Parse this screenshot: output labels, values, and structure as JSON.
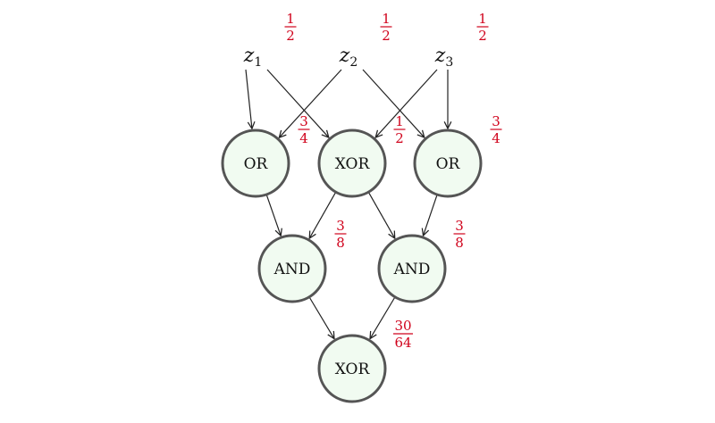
{
  "inputs": [
    {
      "id": "z1",
      "letter": "z",
      "sub": "1",
      "prob": {
        "num": "1",
        "den": "2"
      }
    },
    {
      "id": "z2",
      "letter": "z",
      "sub": "2",
      "prob": {
        "num": "1",
        "den": "2"
      }
    },
    {
      "id": "z3",
      "letter": "z",
      "sub": "3",
      "prob": {
        "num": "1",
        "den": "2"
      }
    }
  ],
  "gates": [
    {
      "id": "g1",
      "label": "OR",
      "prob": {
        "num": "3",
        "den": "4"
      }
    },
    {
      "id": "g2",
      "label": "XOR",
      "prob": {
        "num": "1",
        "den": "2"
      }
    },
    {
      "id": "g3",
      "label": "OR",
      "prob": {
        "num": "3",
        "den": "4"
      }
    },
    {
      "id": "g4",
      "label": "AND",
      "prob": {
        "num": "3",
        "den": "8"
      }
    },
    {
      "id": "g5",
      "label": "AND",
      "prob": {
        "num": "3",
        "den": "8"
      }
    },
    {
      "id": "g6",
      "label": "XOR",
      "prob": {
        "num": "30",
        "den": "64"
      }
    }
  ],
  "edges": [
    [
      "z1",
      "g1"
    ],
    [
      "z1",
      "g2"
    ],
    [
      "z2",
      "g1"
    ],
    [
      "z2",
      "g3"
    ],
    [
      "z3",
      "g2"
    ],
    [
      "z3",
      "g3"
    ],
    [
      "g1",
      "g4"
    ],
    [
      "g2",
      "g4"
    ],
    [
      "g2",
      "g5"
    ],
    [
      "g3",
      "g5"
    ],
    [
      "g4",
      "g6"
    ],
    [
      "g5",
      "g6"
    ]
  ],
  "colors": {
    "gate_fill": "#f1fbf1",
    "gate_stroke": "#555555",
    "annotation": "#d0021b",
    "edge": "#222222"
  }
}
